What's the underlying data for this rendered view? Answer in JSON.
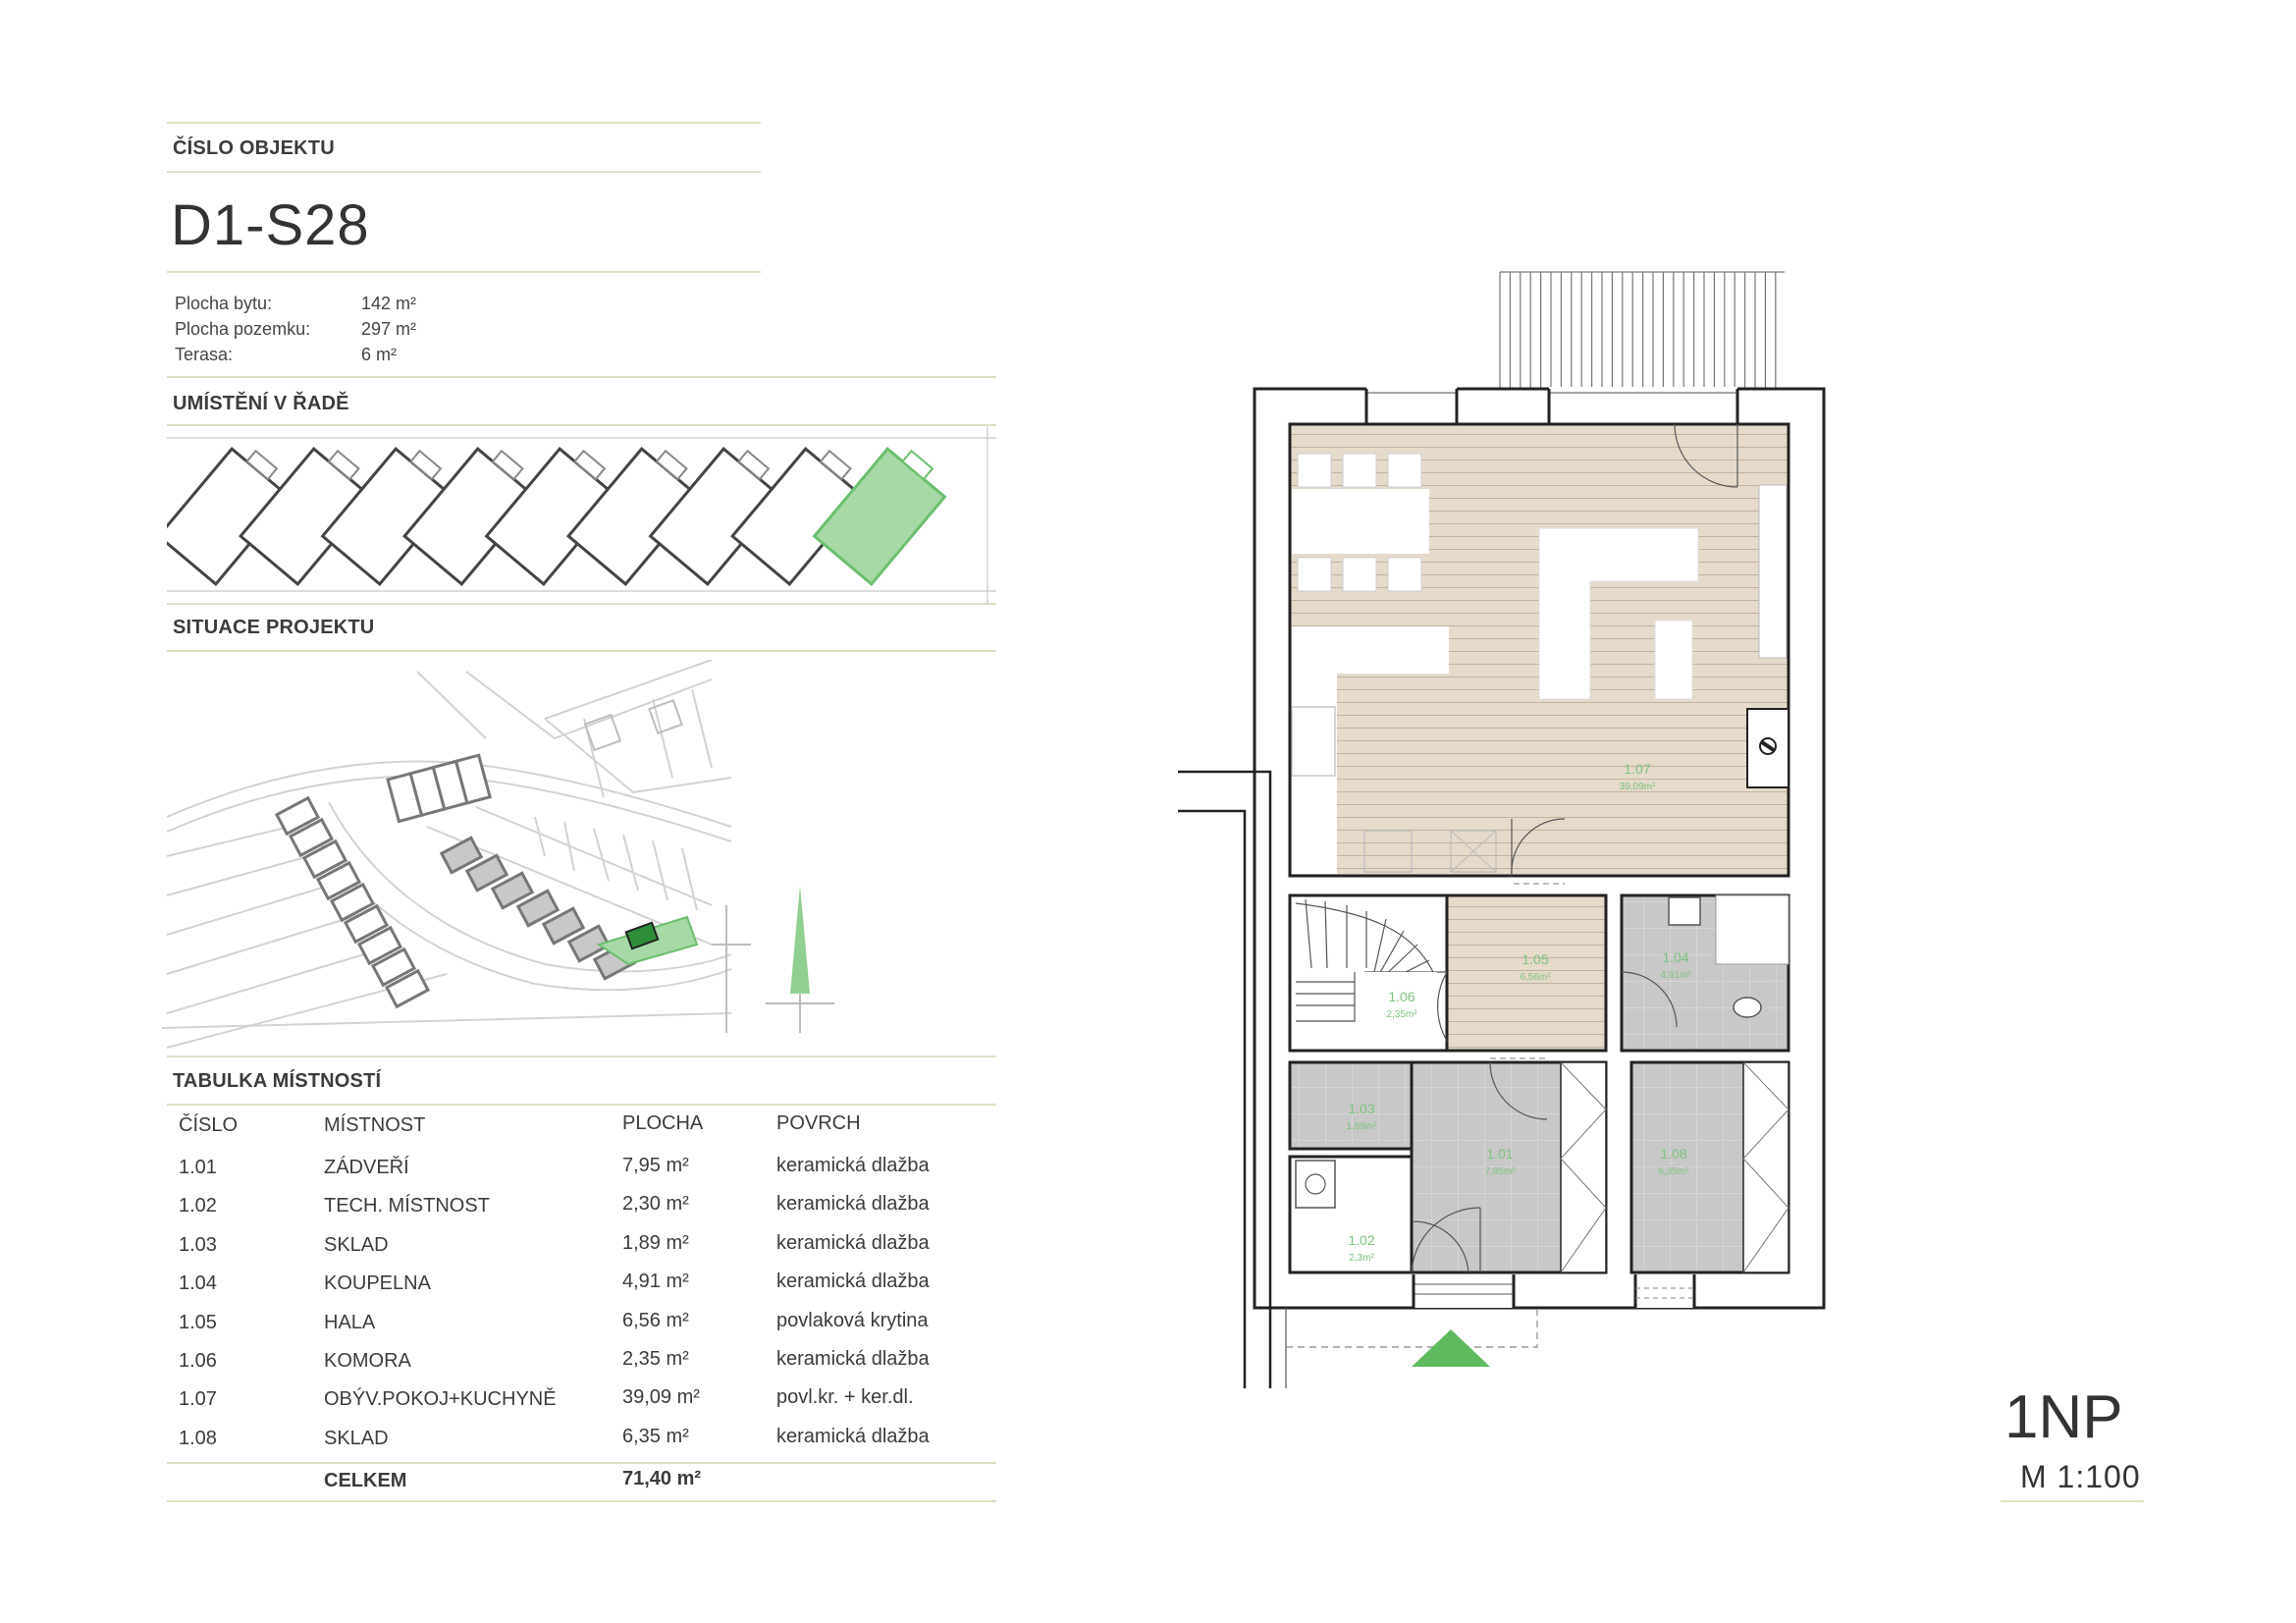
{
  "object_label": "ČÍSLO OBJEKTU",
  "object_code": "D1-S28",
  "info": [
    {
      "label": "Plocha bytu:",
      "value": "142 m²"
    },
    {
      "label": "Plocha pozemku:",
      "value": "297 m²"
    },
    {
      "label": "Terasa:",
      "value": "6 m²"
    }
  ],
  "row_placement_title": "UMÍSTĚNÍ V ŘADĚ",
  "site_title": "SITUACE PROJEKTU",
  "rooms_table": {
    "title": "TABULKA MÍSTNOSTÍ",
    "headers": [
      "ČÍSLO",
      "MÍSTNOST",
      "PLOCHA",
      "POVRCH"
    ],
    "rows": [
      [
        "1.01",
        "ZÁDVEŘÍ",
        "7,95 m²",
        "keramická dlažba"
      ],
      [
        "1.02",
        "TECH. MÍSTNOST",
        "2,30 m²",
        "keramická dlažba"
      ],
      [
        "1.03",
        "SKLAD",
        "1,89 m²",
        "keramická dlažba"
      ],
      [
        "1.04",
        "KOUPELNA",
        "4,91 m²",
        "keramická dlažba"
      ],
      [
        "1.05",
        "HALA",
        "6,56 m²",
        "povlaková krytina"
      ],
      [
        "1.06",
        "KOMORA",
        "2,35 m²",
        "keramická dlažba"
      ],
      [
        "1.07",
        "OBÝV.POKOJ+KUCHYNĚ",
        "39,09 m²",
        "povl.kr. + ker.dl."
      ],
      [
        "1.08",
        "SKLAD",
        "6,35 m²",
        "keramická dlažba"
      ]
    ],
    "total_label": "CELKEM",
    "total_value": "71,40 m²"
  },
  "plan_labels": {
    "r107": {
      "num": "1.07",
      "area": "39,09m²"
    },
    "r105": {
      "num": "1.05",
      "area": "6,56m²"
    },
    "r104": {
      "num": "1.04",
      "area": "4,91m²"
    },
    "r106": {
      "num": "1.06",
      "area": "2,35m²"
    },
    "r103": {
      "num": "1.03",
      "area": "1,89m²"
    },
    "r101": {
      "num": "1.01",
      "area": "7,95m²"
    },
    "r108": {
      "num": "1.08",
      "area": "6,35m²"
    },
    "r102": {
      "num": "1.02",
      "area": "2,3m²"
    }
  },
  "floor_label": "1NP",
  "scale_label": "M 1:100",
  "colors": {
    "accent_green": "#7cc47d",
    "highlight_fill": "#a6d9a6",
    "wood": "#e6dacb",
    "tile": "#c8c8c8",
    "wall": "#222222",
    "rule": "#d9e3c5"
  }
}
